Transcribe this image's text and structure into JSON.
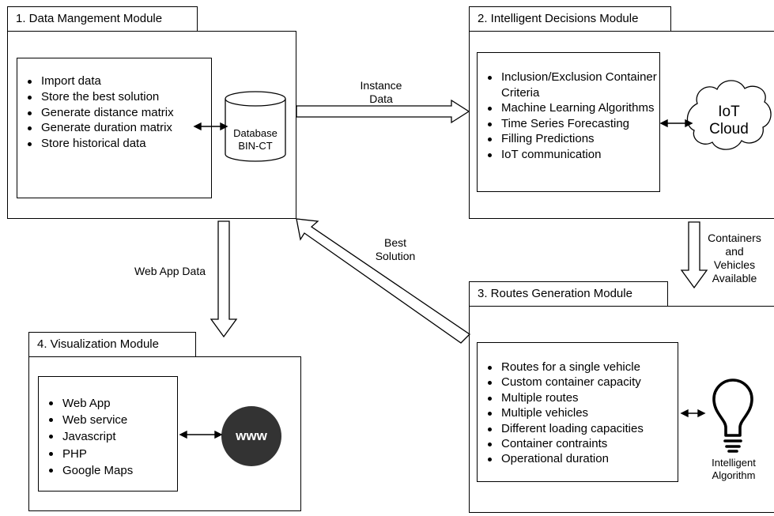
{
  "modules": {
    "data": {
      "title": "1. Data Mangement Module",
      "items": [
        "Import data",
        "Store the best solution",
        "Generate distance matrix",
        "Generate duration matrix",
        "Store historical data"
      ]
    },
    "decisions": {
      "title": "2. Intelligent Decisions Module",
      "items": [
        "Inclusion/Exclusion Container Criteria",
        "Machine Learning Algorithms",
        "Time Series Forecasting",
        "Filling Predictions",
        "IoT communication"
      ]
    },
    "routes": {
      "title": "3. Routes Generation Module",
      "items": [
        "Routes for a single vehicle",
        "Custom container capacity",
        "Multiple routes",
        "Multiple vehicles",
        "Different loading capacities",
        "Container contraints",
        "Operational duration"
      ]
    },
    "visualization": {
      "title": "4. Visualization Module",
      "items": [
        "Web App",
        "Web service",
        "Javascript",
        "PHP",
        "Google Maps"
      ]
    }
  },
  "database": {
    "line1": "Database",
    "line2": "BIN-CT"
  },
  "cloud": {
    "line1": "IoT",
    "line2": "Cloud"
  },
  "bulb": {
    "line1": "Intelligent",
    "line2": "Algorithm"
  },
  "www": {
    "label": "www"
  },
  "flows": {
    "instance_data": {
      "line1": "Instance",
      "line2": "Data"
    },
    "best_solution": {
      "line1": "Best",
      "line2": "Solution"
    },
    "web_app_data": {
      "label": "Web App Data"
    },
    "containers": {
      "line1": "Containers",
      "line2": "and",
      "line3": "Vehicles",
      "line4": "Available"
    }
  },
  "colors": {
    "stroke": "#000000",
    "background": "#ffffff",
    "www_fill": "#333333"
  }
}
